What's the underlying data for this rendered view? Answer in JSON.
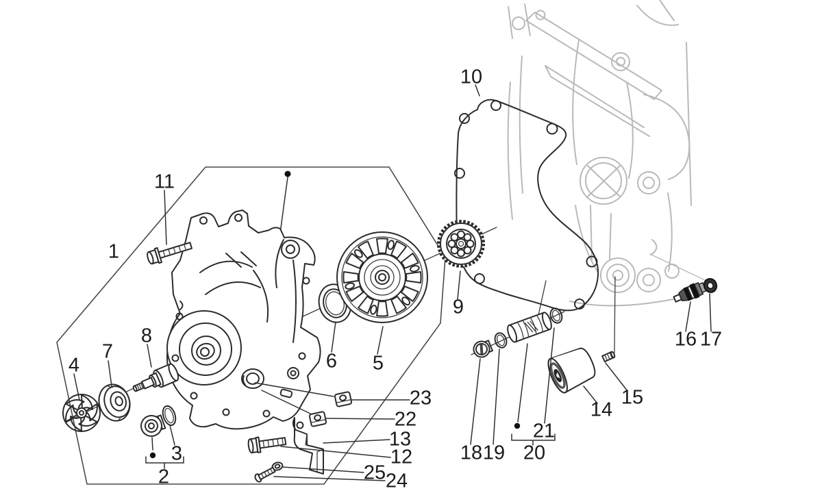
{
  "diagram": {
    "colors": {
      "background": "#ffffff",
      "line": "#2b2b2b",
      "faded_engine": "#b9b9b9",
      "label_text": "#1b1b1b"
    }
  },
  "callouts": [
    {
      "label": "1"
    },
    {
      "label": "2"
    },
    {
      "label": "3"
    },
    {
      "label": "4"
    },
    {
      "label": "5"
    },
    {
      "label": "6"
    },
    {
      "label": "7"
    },
    {
      "label": "8"
    },
    {
      "label": "9"
    },
    {
      "label": "10"
    },
    {
      "label": "11"
    },
    {
      "label": "12"
    },
    {
      "label": "13"
    },
    {
      "label": "14"
    },
    {
      "label": "15"
    },
    {
      "label": "16"
    },
    {
      "label": "17"
    },
    {
      "label": "18"
    },
    {
      "label": "19"
    },
    {
      "label": "20"
    },
    {
      "label": "21"
    },
    {
      "label": "22"
    },
    {
      "label": "23"
    },
    {
      "label": "24"
    },
    {
      "label": "25"
    }
  ]
}
